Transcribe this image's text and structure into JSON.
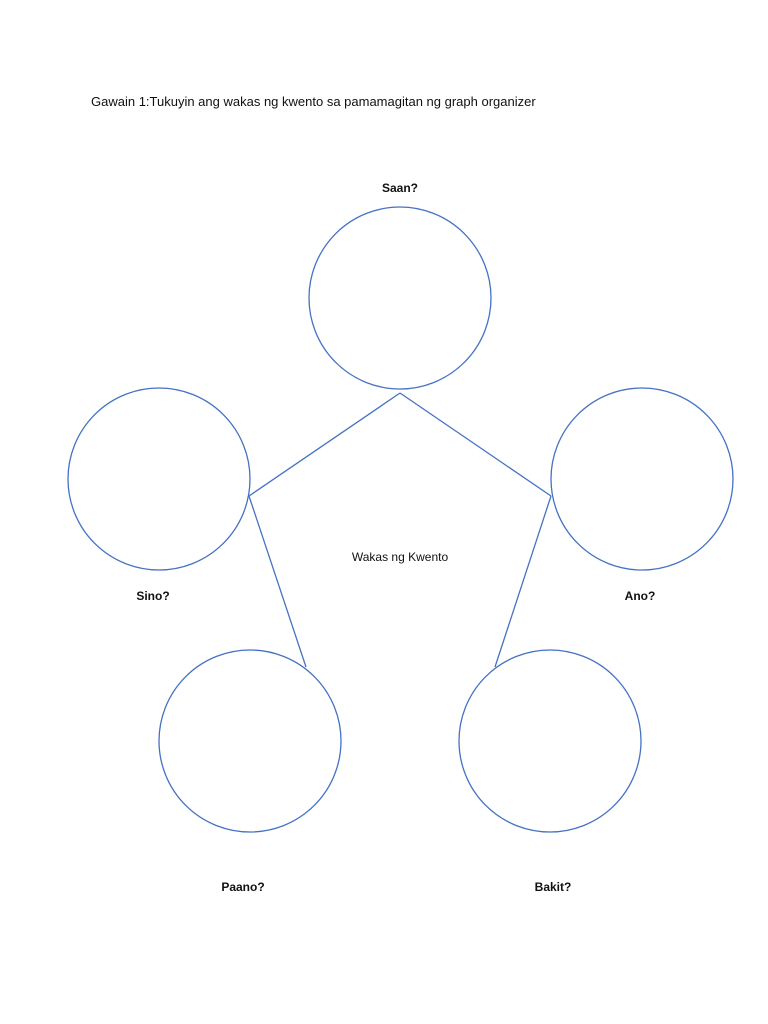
{
  "page": {
    "title": "Gawain 1:Tukuyin ang wakas ng kwento sa pamamagitan ng graph organizer"
  },
  "organizer": {
    "center_label": "Wakas ng Kwento",
    "line_color": "#4472C4",
    "nodes": [
      {
        "key": "saan",
        "label": "Saan?"
      },
      {
        "key": "sino",
        "label": "Sino?"
      },
      {
        "key": "ano",
        "label": "Ano?"
      },
      {
        "key": "paano",
        "label": "Paano?"
      },
      {
        "key": "bakit",
        "label": "Bakit?"
      }
    ]
  }
}
